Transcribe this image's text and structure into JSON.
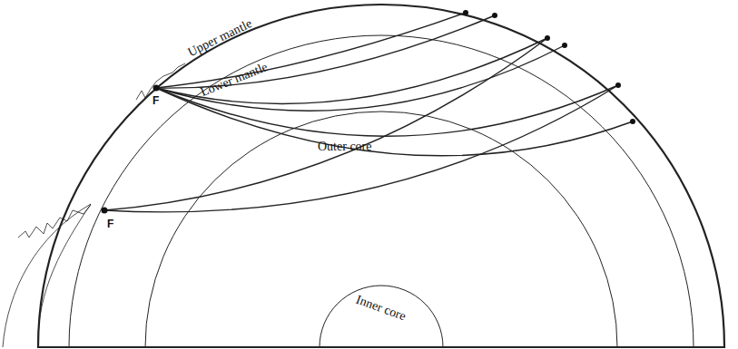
{
  "diagram": {
    "labels": [
      "Upper mantle",
      "Lower mantle",
      "Outer core",
      "Inner core",
      "F",
      "F"
    ]
  }
}
